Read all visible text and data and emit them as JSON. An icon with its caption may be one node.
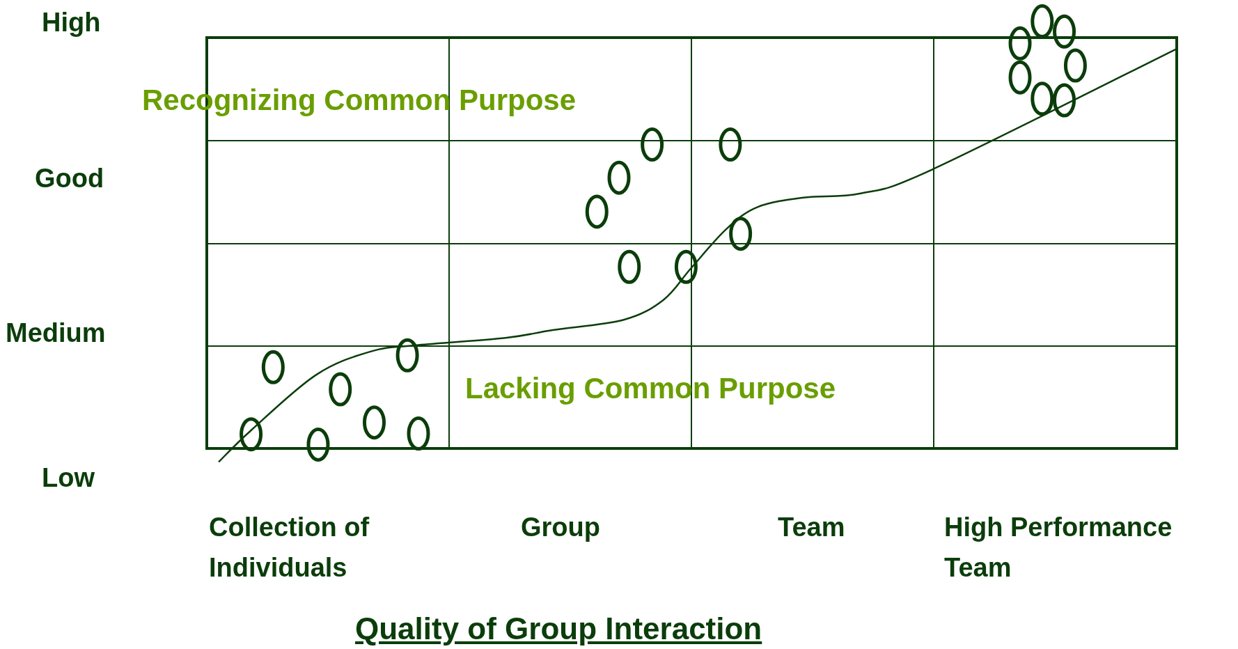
{
  "diagram": {
    "caption": "Quality of Group Interaction",
    "labels": [
      "High",
      "Recognizing Common Purpose",
      "Good",
      "Medium",
      "Lacking Common Purpose",
      "Low",
      "Collection of Individuals",
      "Group",
      "Team",
      "High Performance Team"
    ]
  }
}
